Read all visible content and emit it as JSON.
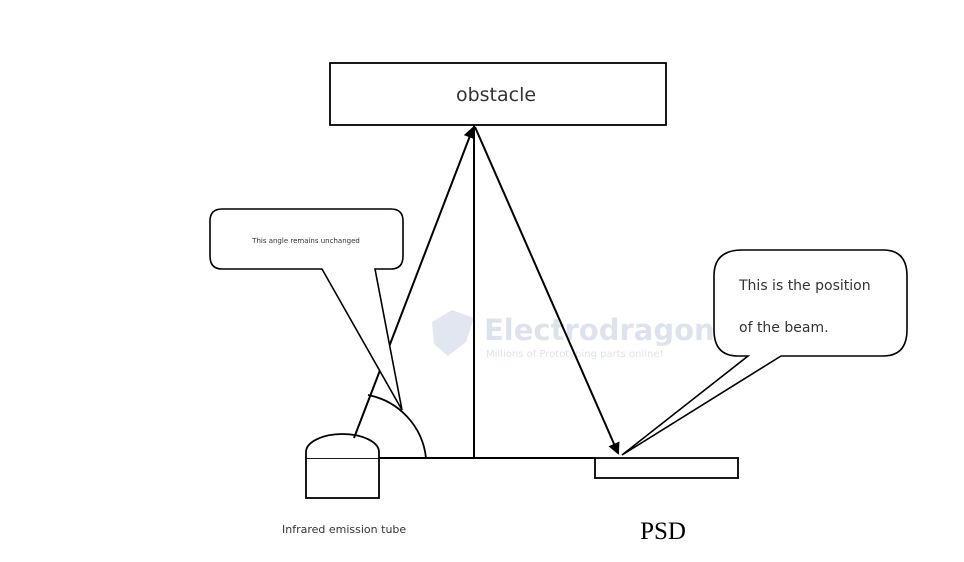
{
  "diagram": {
    "obstacle_label": "obstacle",
    "angle_callout": "This angle remains unchanged",
    "beam_callout_line1": "This is the position",
    "beam_callout_line2": "of the beam.",
    "emitter_label": "Infrared emission tube",
    "psd_label": "PSD",
    "watermark_brand": "Electrodragon",
    "watermark_tagline": "Millions of Prototyping parts online!"
  },
  "colors": {
    "stroke": "#000000",
    "text": "#333333",
    "watermark": "#b8c6dc"
  }
}
